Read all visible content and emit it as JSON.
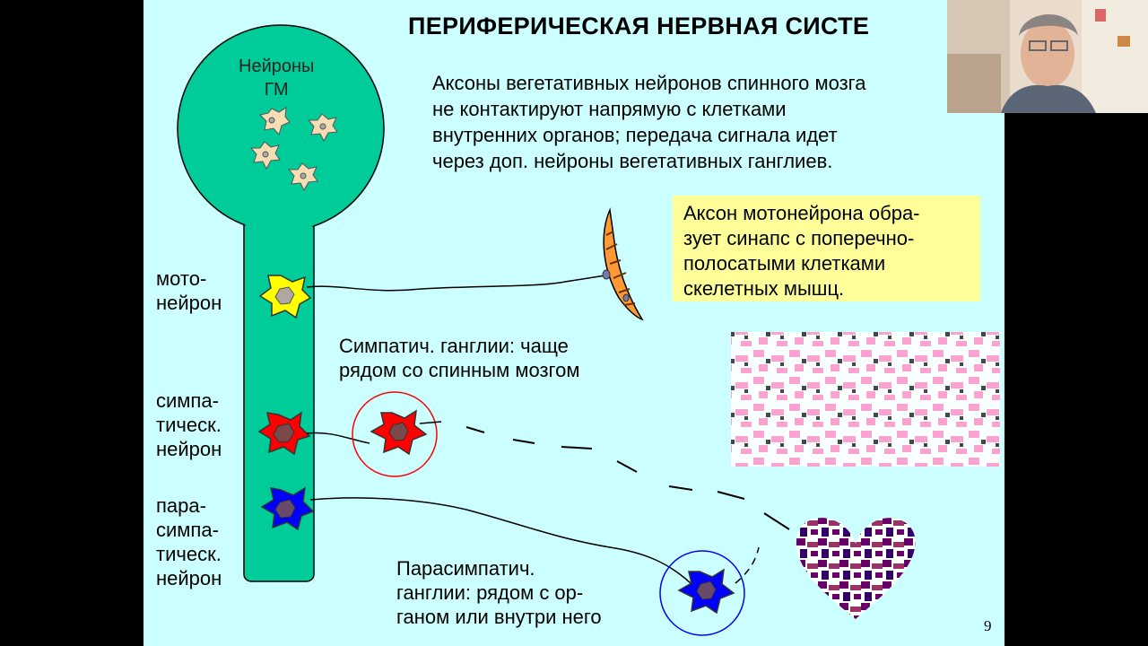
{
  "slide": {
    "title": "ПЕРИФЕРИЧЕСКАЯ НЕРВНАЯ СИСТЕ",
    "intro_lines": [
      "Аксоны вегетативных нейронов спинного мозга",
      "не контактируют напрямую с клетками",
      "внутренних органов; передача сигнала идет",
      "через доп. нейроны вегетативных ганглиев."
    ],
    "brain_label_lines": [
      "Нейроны",
      "ГМ"
    ],
    "motor_label_lines": [
      "мото-",
      "нейрон"
    ],
    "sympathetic_label_lines": [
      "симпа-",
      "тическ.",
      "нейрон"
    ],
    "parasympathetic_label_lines": [
      "пара-",
      "симпа-",
      "тическ.",
      "нейрон"
    ],
    "motor_note_lines": [
      "Аксон мотонейрона обра-",
      "зует синапс с поперечно-",
      "полосатыми клетками",
      "скелетных мышц."
    ],
    "sympathetic_ganglia_lines": [
      "Симпатич. ганглии: чаще",
      "рядом со спинным мозгом"
    ],
    "parasympathetic_ganglia_lines": [
      "Парасимпатич.",
      "ганглии: рядом с ор-",
      "ганом или внутри него"
    ],
    "page_number": "9"
  },
  "colors": {
    "slide_bg": "#ccffff",
    "cns": "#00cc99",
    "motor_neuron": "#ffff00",
    "sympathetic_neuron": "#ff0000",
    "parasympathetic_neuron": "#0000ff",
    "ganglion_ring": "#ff0000",
    "para_ganglion_ring": "#0000ff",
    "note_box": "#ffff99",
    "muscle": "#ff9933"
  }
}
